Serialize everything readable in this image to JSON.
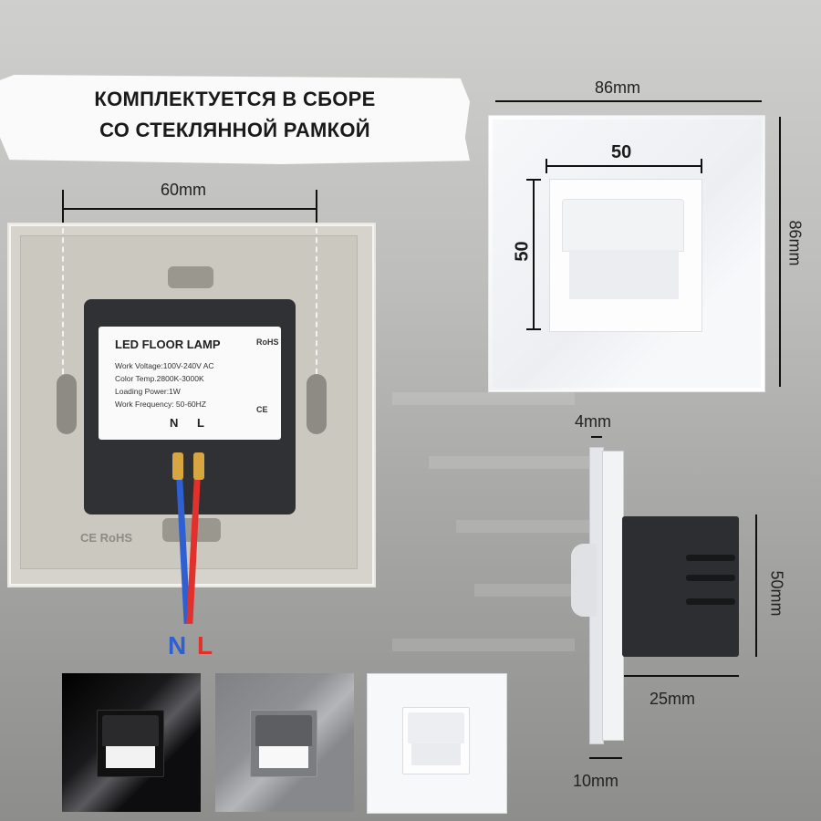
{
  "banner": {
    "line1": "КОМПЛЕКТУЕТСЯ В СБОРЕ",
    "line2": "СО СТЕКЛЯННОЙ РАМКОЙ"
  },
  "back_view": {
    "mount_width_label": "60mm",
    "label_title": "LED FLOOR LAMP",
    "label_lines": [
      "Work Voltage:100V-240V  AC",
      "Color Temp.2800K-3000K",
      "Loading Power:1W",
      "Work Frequency: 50-60HZ"
    ],
    "label_n": "N",
    "label_l": "L",
    "label_side_rohs": "RoHS",
    "label_side_ce": "CE",
    "plate_marking": "CE RoHS",
    "wire_n": "N",
    "wire_l": "L",
    "colors": {
      "wire_n": "#2f5fd0",
      "wire_l": "#e0312c"
    }
  },
  "front_view": {
    "frame_width": "86mm",
    "frame_height": "86mm",
    "inner_width": "50",
    "inner_height": "50"
  },
  "side_view": {
    "glass_thickness": "4mm",
    "box_height": "50mm",
    "box_depth": "25mm",
    "frame_depth": "10mm"
  },
  "variants": [
    {
      "name": "black",
      "color": "#0d0d0f"
    },
    {
      "name": "gray",
      "color": "#8f9194"
    },
    {
      "name": "white",
      "color": "#f7f8fa"
    }
  ]
}
